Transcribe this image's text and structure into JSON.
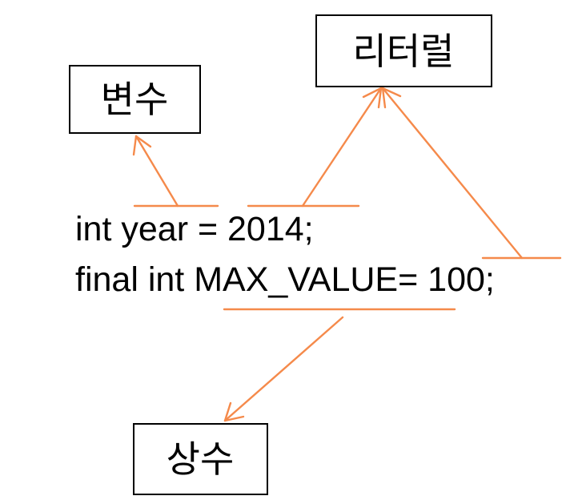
{
  "labels": {
    "variable": "변수",
    "literal": "리터럴",
    "constant": "상수"
  },
  "code": {
    "line1": "int year = 2014;",
    "line2": "final int MAX_VALUE= 100;"
  },
  "colors": {
    "arrow": "#f58a4b",
    "text": "#000000",
    "box_border": "#000000",
    "background": "#ffffff"
  }
}
